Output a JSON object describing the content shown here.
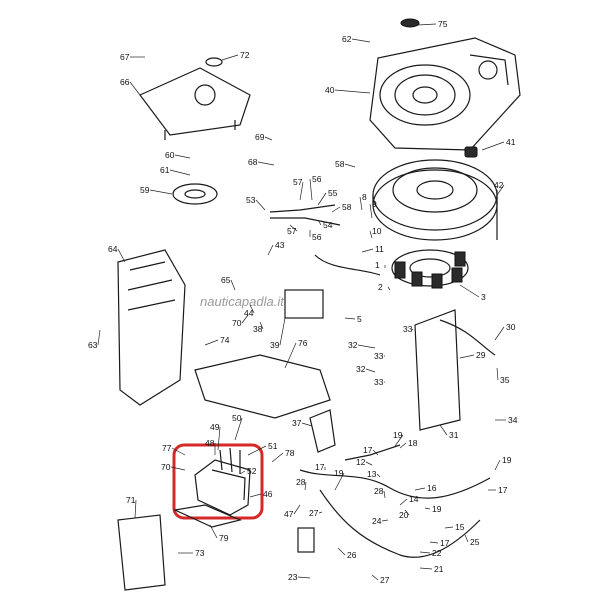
{
  "watermark": "nauticapadla.it",
  "highlight_color": "#d62828",
  "callouts": [
    {
      "id": "c75",
      "text": "75"
    },
    {
      "id": "c67",
      "text": "67"
    },
    {
      "id": "c72",
      "text": "72"
    },
    {
      "id": "c62",
      "text": "62"
    },
    {
      "id": "c66",
      "text": "66"
    },
    {
      "id": "c40",
      "text": "40"
    },
    {
      "id": "c69",
      "text": "69"
    },
    {
      "id": "c60",
      "text": "60"
    },
    {
      "id": "c61",
      "text": "61"
    },
    {
      "id": "c68",
      "text": "68"
    },
    {
      "id": "c58a",
      "text": "58"
    },
    {
      "id": "c41",
      "text": "41"
    },
    {
      "id": "c59",
      "text": "59"
    },
    {
      "id": "c53",
      "text": "53"
    },
    {
      "id": "c57a",
      "text": "57"
    },
    {
      "id": "c56a",
      "text": "56"
    },
    {
      "id": "c55",
      "text": "55"
    },
    {
      "id": "c58b",
      "text": "58"
    },
    {
      "id": "c8",
      "text": "8"
    },
    {
      "id": "c9",
      "text": "9"
    },
    {
      "id": "c42",
      "text": "42"
    },
    {
      "id": "c54",
      "text": "54"
    },
    {
      "id": "c57b",
      "text": "57"
    },
    {
      "id": "c56b",
      "text": "56"
    },
    {
      "id": "c10",
      "text": "10"
    },
    {
      "id": "c43",
      "text": "43"
    },
    {
      "id": "c11",
      "text": "11"
    },
    {
      "id": "c64",
      "text": "64"
    },
    {
      "id": "c1",
      "text": "1"
    },
    {
      "id": "c2",
      "text": "2"
    },
    {
      "id": "c65",
      "text": "65"
    },
    {
      "id": "c44",
      "text": "44"
    },
    {
      "id": "c3",
      "text": "3"
    },
    {
      "id": "c70a",
      "text": "70"
    },
    {
      "id": "c38",
      "text": "38"
    },
    {
      "id": "c5",
      "text": "5"
    },
    {
      "id": "c33a",
      "text": "33"
    },
    {
      "id": "c30",
      "text": "30"
    },
    {
      "id": "c63",
      "text": "63"
    },
    {
      "id": "c74",
      "text": "74"
    },
    {
      "id": "c39",
      "text": "39"
    },
    {
      "id": "c76",
      "text": "76"
    },
    {
      "id": "c32a",
      "text": "32"
    },
    {
      "id": "c33b",
      "text": "33"
    },
    {
      "id": "c29",
      "text": "29"
    },
    {
      "id": "c32b",
      "text": "32"
    },
    {
      "id": "c33c",
      "text": "33"
    },
    {
      "id": "c35",
      "text": "35"
    },
    {
      "id": "c37",
      "text": "37"
    },
    {
      "id": "c50",
      "text": "50"
    },
    {
      "id": "c34",
      "text": "34"
    },
    {
      "id": "c31",
      "text": "31"
    },
    {
      "id": "c49",
      "text": "49"
    },
    {
      "id": "c48",
      "text": "48"
    },
    {
      "id": "c51",
      "text": "51"
    },
    {
      "id": "c17a",
      "text": "17"
    },
    {
      "id": "c18",
      "text": "18"
    },
    {
      "id": "c19a",
      "text": "19"
    },
    {
      "id": "c77",
      "text": "77"
    },
    {
      "id": "c12",
      "text": "12"
    },
    {
      "id": "c19b",
      "text": "19"
    },
    {
      "id": "c70b",
      "text": "70"
    },
    {
      "id": "c78",
      "text": "78"
    },
    {
      "id": "c17b",
      "text": "17"
    },
    {
      "id": "c13",
      "text": "13"
    },
    {
      "id": "c52",
      "text": "52"
    },
    {
      "id": "c16",
      "text": "16"
    },
    {
      "id": "c17c",
      "text": "17"
    },
    {
      "id": "c19c",
      "text": "19"
    },
    {
      "id": "c28a",
      "text": "28"
    },
    {
      "id": "c46",
      "text": "46"
    },
    {
      "id": "c28b",
      "text": "28"
    },
    {
      "id": "c27a",
      "text": "27"
    },
    {
      "id": "c14",
      "text": "14"
    },
    {
      "id": "c47",
      "text": "47"
    },
    {
      "id": "c24",
      "text": "24"
    },
    {
      "id": "c20",
      "text": "20"
    },
    {
      "id": "c19d",
      "text": "19"
    },
    {
      "id": "c71",
      "text": "71"
    },
    {
      "id": "c79",
      "text": "79"
    },
    {
      "id": "c15",
      "text": "15"
    },
    {
      "id": "c25",
      "text": "25"
    },
    {
      "id": "c17d",
      "text": "17"
    },
    {
      "id": "c73",
      "text": "73"
    },
    {
      "id": "c26",
      "text": "26"
    },
    {
      "id": "c22",
      "text": "22"
    },
    {
      "id": "c21",
      "text": "21"
    },
    {
      "id": "c23",
      "text": "23"
    },
    {
      "id": "c27b",
      "text": "27"
    }
  ]
}
